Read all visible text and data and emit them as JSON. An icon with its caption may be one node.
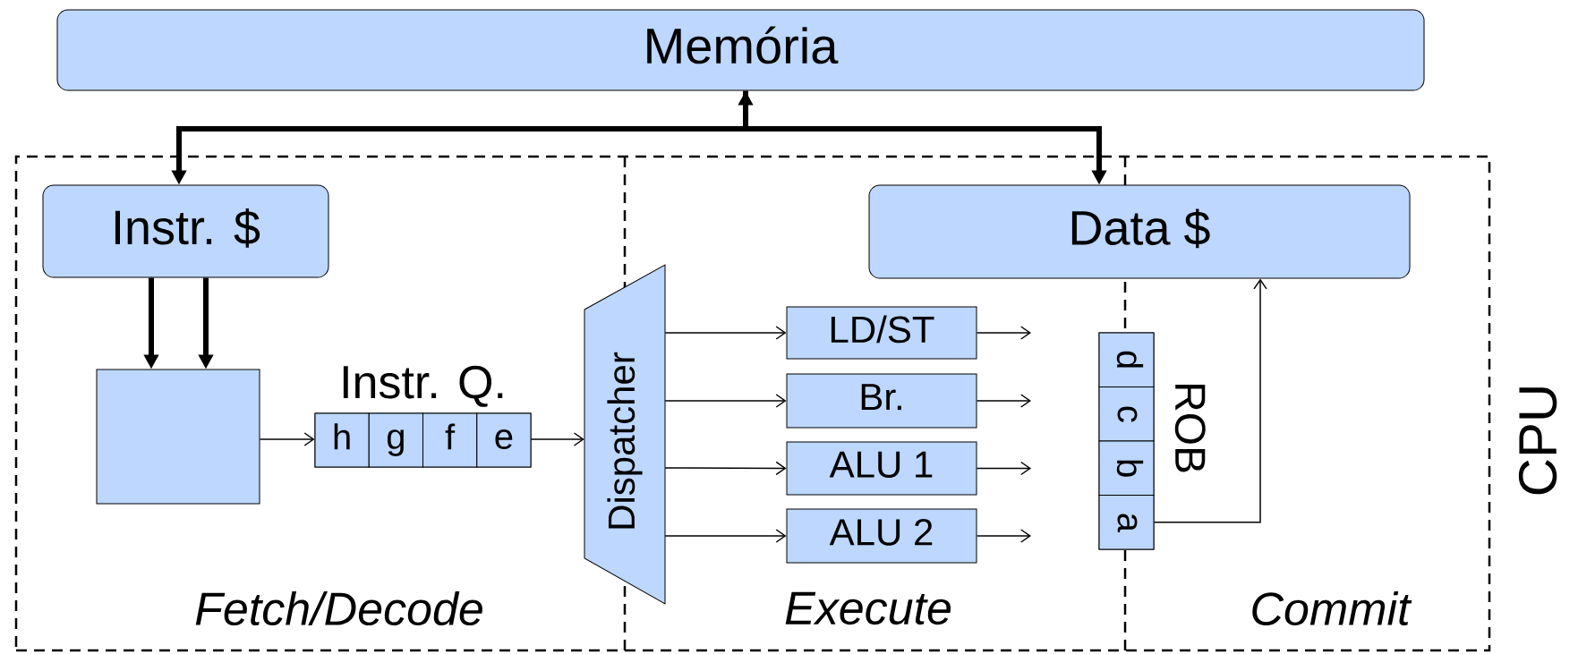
{
  "diagram": {
    "nodes": [
      {
        "text": [
          "Memória"
        ]
      },
      {
        "text": [
          "CPU"
        ]
      },
      {
        "text": [
          "Instr. $"
        ],
        "in": 1
      },
      {
        "text": [
          "Data $"
        ],
        "in": 1
      },
      {
        "text": [],
        "shape": "box",
        "in": 1
      },
      {
        "text": [
          "Instr. Q."
        ],
        "in": 1
      },
      {
        "text": [
          "h"
        ],
        "in": 5
      },
      {
        "text": [
          "g"
        ],
        "in": 5
      },
      {
        "text": [
          "f"
        ],
        "in": 5
      },
      {
        "text": [
          "e"
        ],
        "in": 5
      },
      {
        "text": [
          "Dispatcher"
        ],
        "in": 1
      },
      {
        "text": [
          "LD/ST"
        ],
        "in": 1
      },
      {
        "text": [
          "Br."
        ],
        "in": 1
      },
      {
        "text": [
          "ALU 1"
        ],
        "in": 1
      },
      {
        "text": [
          "ALU 2"
        ],
        "in": 1
      },
      {
        "text": [
          "ROB"
        ],
        "in": 1
      },
      {
        "text": [
          "d"
        ],
        "in": 15
      },
      {
        "text": [
          "c"
        ],
        "in": 15
      },
      {
        "text": [
          "b"
        ],
        "in": 15
      },
      {
        "text": [
          "a"
        ],
        "in": 15
      }
    ],
    "edges": [
      {
        "from": 0,
        "to": 2,
        "arrow": "to",
        "style": "thick"
      },
      {
        "from": 3,
        "to": 0,
        "arrow": "both",
        "style": "thick"
      },
      {
        "from": 2,
        "to": 4,
        "arrow": "to",
        "style": "thick"
      },
      {
        "from": 2,
        "to": 4,
        "arrow": "to",
        "style": "thick"
      },
      {
        "from": 4,
        "to": 5,
        "arrow": "to"
      },
      {
        "from": 5,
        "to": 10,
        "arrow": "to"
      },
      {
        "from": 10,
        "to": 11,
        "arrow": "to"
      },
      {
        "from": 10,
        "to": 12,
        "arrow": "to"
      },
      {
        "from": 10,
        "to": 13,
        "arrow": "to"
      },
      {
        "from": 10,
        "to": 14,
        "arrow": "to"
      },
      {
        "from": 11,
        "to": null,
        "arrow": "to"
      },
      {
        "from": 12,
        "to": null,
        "arrow": "to"
      },
      {
        "from": 13,
        "to": null,
        "arrow": "to"
      },
      {
        "from": 14,
        "to": null,
        "arrow": "to"
      },
      {
        "from": 19,
        "to": 3,
        "arrow": "to"
      }
    ],
    "labels": [
      "Fetch/Decode",
      "Execute",
      "Commit"
    ]
  }
}
